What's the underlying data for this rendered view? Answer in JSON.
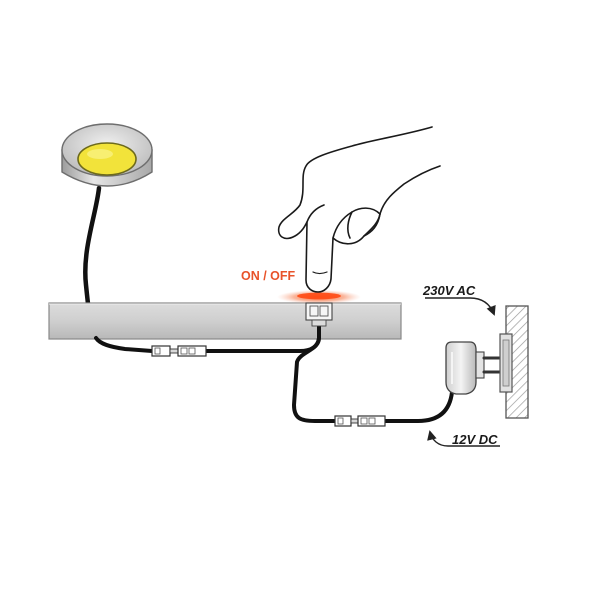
{
  "labels": {
    "switch": "ON / OFF",
    "mains": "230V AC",
    "low_voltage": "12V DC"
  },
  "colors": {
    "background": "#ffffff",
    "switch_label": "#e8532a",
    "switch_glow": "#f26a3f",
    "lamp_lens": "#f2e33a",
    "lamp_body": "#c9c9c9",
    "shelf": "#cfcfcf",
    "cable": "#111111",
    "label_text": "#1a1a1a"
  },
  "icons": {
    "hand": "hand-pressing-icon",
    "lamp": "puck-light-icon",
    "adapter": "plug-adapter-icon",
    "wall": "wall-socket-icon"
  }
}
